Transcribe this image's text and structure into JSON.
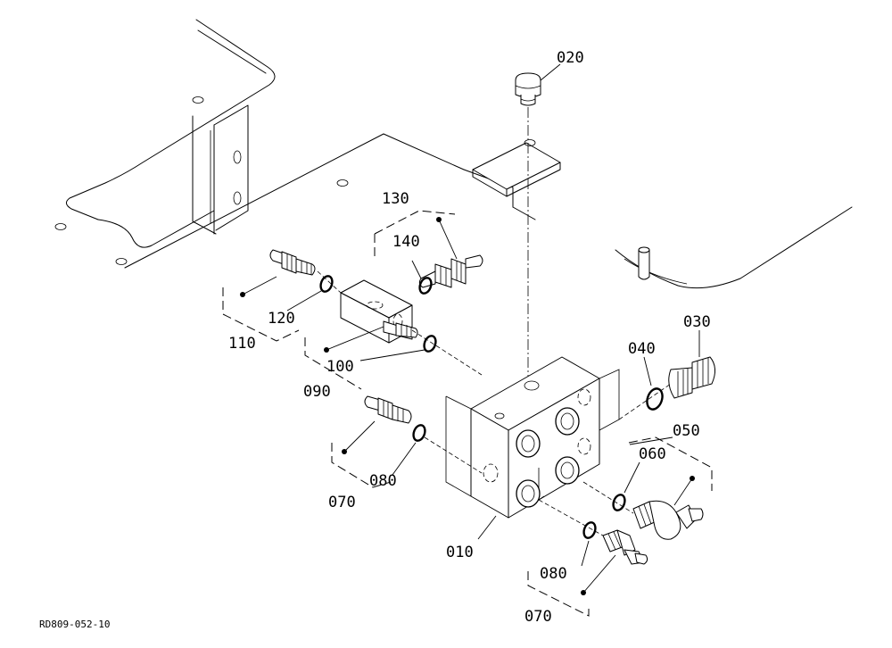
{
  "callouts": {
    "p020": "020",
    "p030": "030",
    "p040": "040",
    "p050": "050",
    "p060": "060",
    "p010": "010",
    "p080a": "080",
    "p080b": "080",
    "p070a": "070",
    "p070b": "070",
    "p090": "090",
    "p100": "100",
    "p110": "110",
    "p120": "120",
    "p130": "130",
    "p140": "140"
  },
  "document_id": "RD809-052-10"
}
